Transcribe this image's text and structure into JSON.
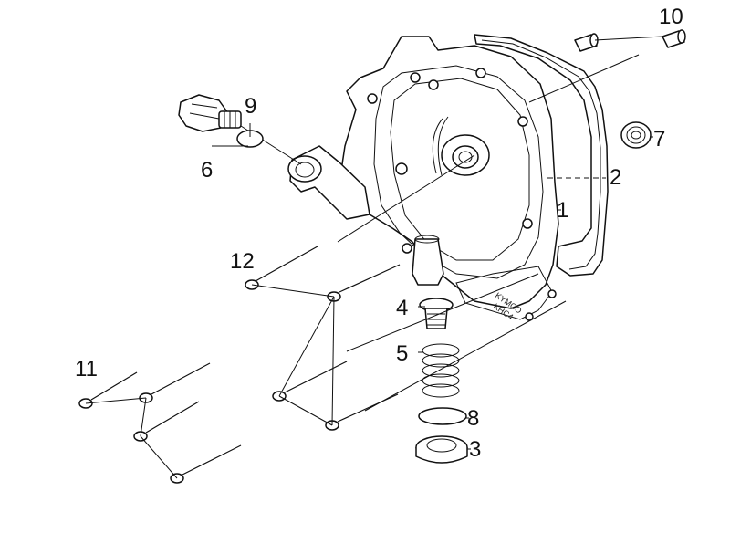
{
  "diagram": {
    "labels": [
      {
        "key": "1",
        "text": "1"
      },
      {
        "key": "2",
        "text": "2"
      },
      {
        "key": "3",
        "text": "3"
      },
      {
        "key": "4",
        "text": "4"
      },
      {
        "key": "5",
        "text": "5"
      },
      {
        "key": "6",
        "text": "6"
      },
      {
        "key": "7",
        "text": "7"
      },
      {
        "key": "8",
        "text": "8"
      },
      {
        "key": "9",
        "text": "9"
      },
      {
        "key": "10",
        "text": "10"
      },
      {
        "key": "11",
        "text": "11"
      },
      {
        "key": "12",
        "text": "12"
      }
    ],
    "emboss": {
      "brand": "KYMCO",
      "code": "KHC4"
    }
  }
}
